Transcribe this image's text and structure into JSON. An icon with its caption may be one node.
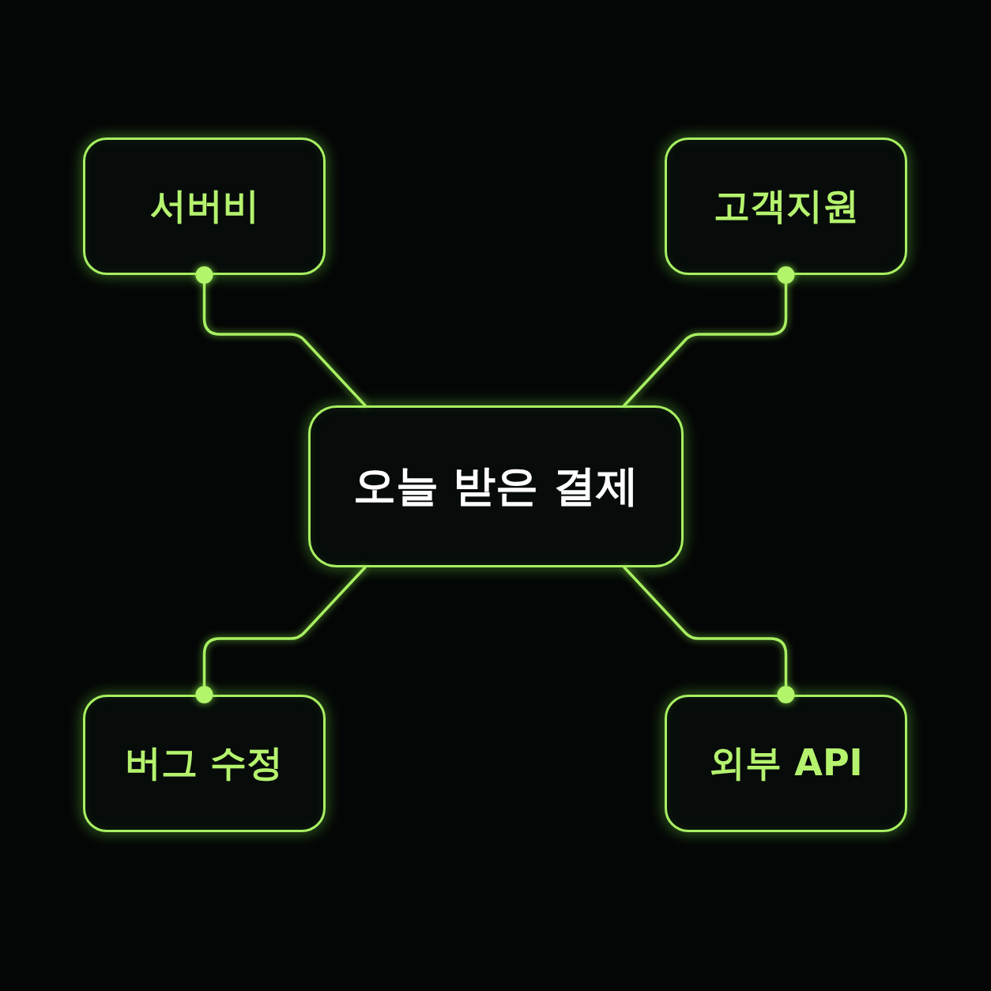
{
  "diagram": {
    "nodes": [
      {
        "text": [
          "오늘 받은 결제"
        ]
      },
      {
        "text": [
          "서버비"
        ]
      },
      {
        "text": [
          "고객지원"
        ]
      },
      {
        "text": [
          "버그 수정"
        ]
      },
      {
        "text": [
          "외부 API"
        ]
      }
    ],
    "edges": [
      {
        "from": 0,
        "to": 1,
        "arrow": "other"
      },
      {
        "from": 0,
        "to": 2,
        "arrow": "other"
      },
      {
        "from": 0,
        "to": 3,
        "arrow": "other"
      },
      {
        "from": 0,
        "to": 4,
        "arrow": "other"
      }
    ]
  }
}
